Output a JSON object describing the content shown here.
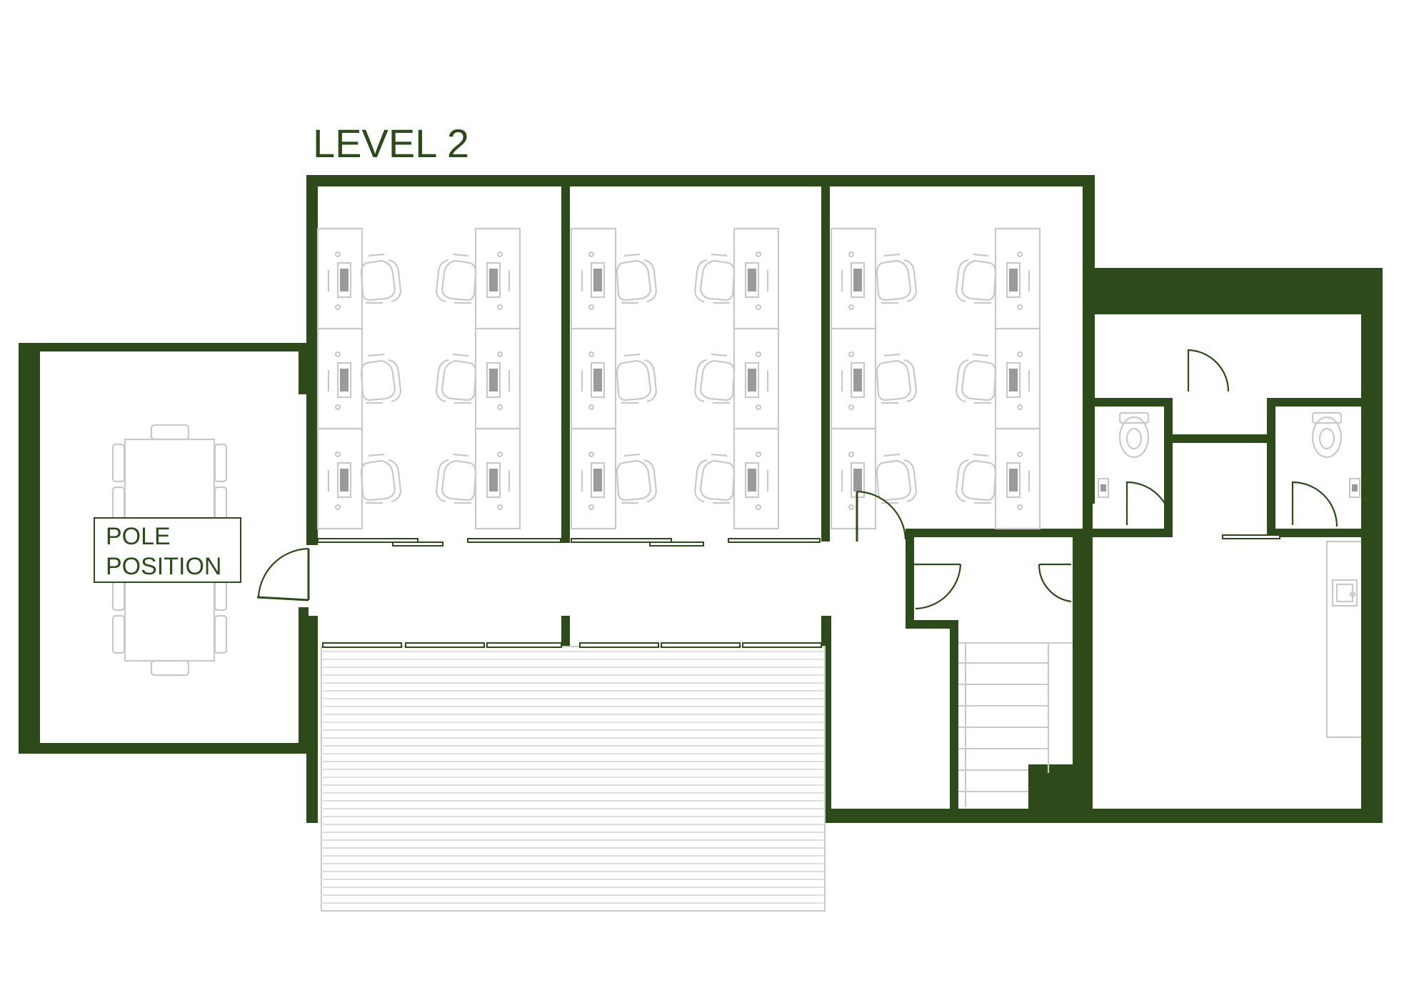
{
  "title": "LEVEL 2",
  "room_labels": {
    "meeting_room_line1": "POLE",
    "meeting_room_line2": "POSITION"
  },
  "colors": {
    "wall": "#2d4a1a",
    "furniture": "#c9c9c9",
    "background": "#ffffff"
  }
}
